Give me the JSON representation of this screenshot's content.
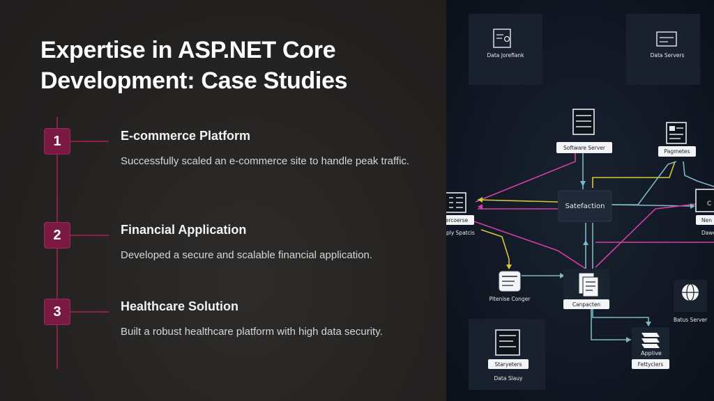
{
  "title": "Expertise in ASP.NET Core Development: Case Studies",
  "steps": [
    {
      "number": "1",
      "title": "E-commerce Platform",
      "description": "Successfully scaled an e-commerce site to handle peak traffic."
    },
    {
      "number": "2",
      "title": "Financial Application",
      "description": "Developed a secure and scalable financial application."
    },
    {
      "number": "3",
      "title": "Healthcare Solution",
      "description": "Built a robust healthcare platform with high data security."
    }
  ],
  "diagram": {
    "nodes": {
      "data_joreflank": "Data Joreflank",
      "data_servers": "Data Servers",
      "software_server": "Software Server",
      "pagmetes": "Pagmetes",
      "satefaction": "Satefaction",
      "ercoerse": "ercoerse",
      "ply_spatcis": "ply Spatcis",
      "nen": "Nen",
      "dawe": "Dawe",
      "pitenise_conger": "Pitenise Conger",
      "canpacten": "Canpacten",
      "batus_server": "Batus Server",
      "staryeters": "Staryeters",
      "data_slauy": "Data Slauy",
      "applive": "Applive",
      "fettyclers": "Fettyclers"
    },
    "colors": {
      "magenta": "#d63fa8",
      "yellow": "#d8c93a",
      "teal": "#7fb7c4",
      "node": "#1e2a38"
    }
  }
}
